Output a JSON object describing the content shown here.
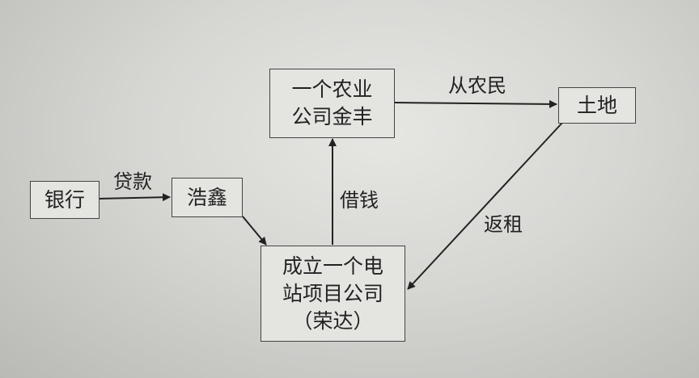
{
  "nodes": {
    "bank": "银行",
    "haoxin": "浩鑫",
    "agri_company": "一个农业\n公司金丰",
    "land": "土地",
    "power_company": "成立一个电\n站项目公司\n（荣达）"
  },
  "edges": {
    "loan": "贷款",
    "from_farmers": "从农民",
    "borrow": "借钱",
    "leaseback": "返租"
  }
}
